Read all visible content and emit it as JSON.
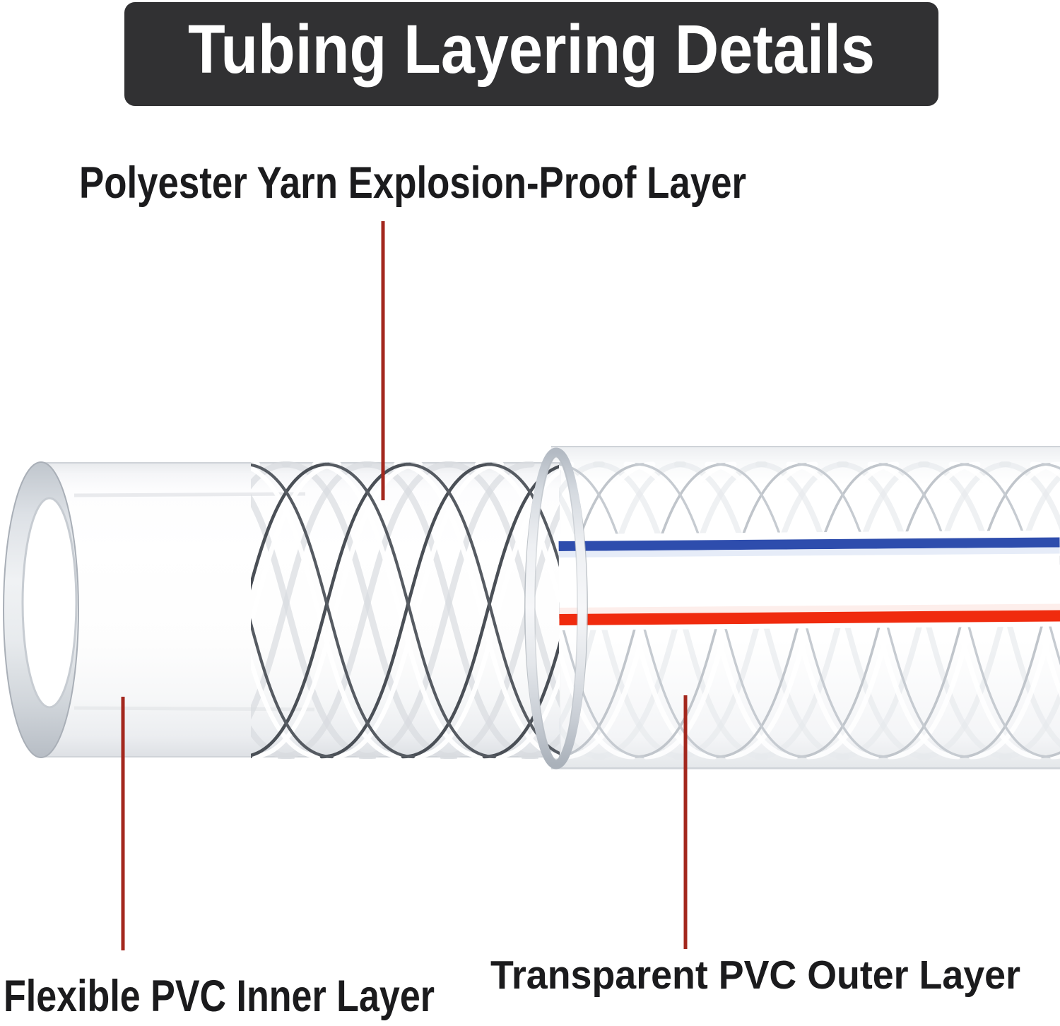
{
  "banner": {
    "title": "Tubing Layering Details",
    "bg_color": "#313133",
    "text_color": "#ffffff"
  },
  "annotations": {
    "top_label": "Polyester Yarn Explosion-Proof Layer",
    "bottom_left_label": "Flexible PVC Inner Layer",
    "bottom_right_label": "Transparent PVC Outer Layer"
  },
  "colors": {
    "label_text": "#1b1b1d",
    "leader_line": "#a3271d",
    "stripe_blue": "#2e4dad",
    "stripe_red": "#f02b0e"
  }
}
